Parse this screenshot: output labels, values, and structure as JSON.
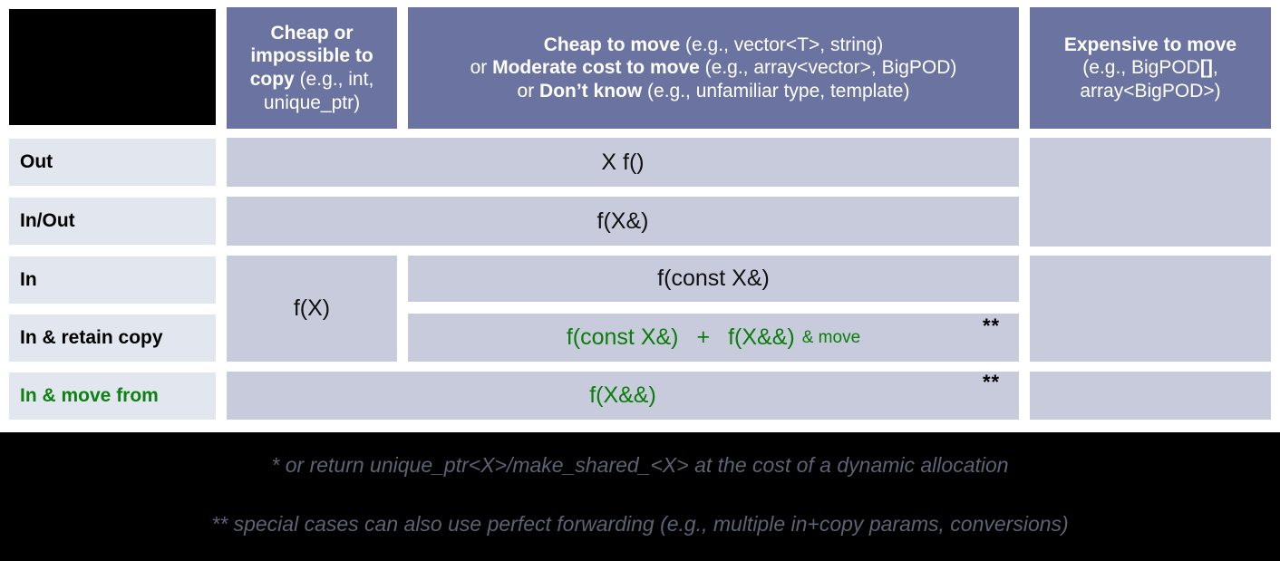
{
  "title": "C++ Parameter Passing Guidance Table",
  "colors": {
    "header_bg": "#6b74a0",
    "header_text": "#ffffff",
    "cell_bg": "#c7cbdc",
    "rowlabel_bg": "#e2e6ef",
    "green": "#0a7d0a",
    "footnote_text": "#5b6374",
    "band_bg": "#000000",
    "page_bg": "#ffffff"
  },
  "corner": {
    "label": ""
  },
  "headers": {
    "col1": {
      "line1_bold": "Cheap or",
      "line2_bold": "impossible to",
      "line3_bold": "copy",
      "line3_rest": " (e.g., int,",
      "line4_rest": "unique_ptr)",
      "plain": "Cheap or impossible to copy (e.g., int, unique_ptr)"
    },
    "col2": {
      "l1_bold": "Cheap to move",
      "l1_rest": " (e.g., vector<T>, string)",
      "l2_pre": "or ",
      "l2_bold": "Moderate cost to move",
      "l2_rest": " (e.g., array<vector>, BigPOD)",
      "l3_pre": "or ",
      "l3_bold": "Don’t know",
      "l3_rest": " (e.g., unfamiliar type, template)",
      "plain": "Cheap to move (e.g., vector<T>, string) or Moderate cost to move (e.g., array<vector>, BigPOD) or Don’t know (e.g., unfamiliar type, template)"
    },
    "col3": {
      "l1_bold": "Expensive to move",
      "l2": "(e.g., BigPOD",
      "l2_bold_tail": "[]",
      "l2_tail": ",",
      "l3": "array<BigPOD>)",
      "plain": "Expensive to move (e.g., BigPOD[], array<BigPOD>)"
    }
  },
  "rows": [
    {
      "label": "Out",
      "green": false
    },
    {
      "label": "In/Out",
      "green": false
    },
    {
      "label": "In",
      "green": false
    },
    {
      "label": "In & retain copy",
      "green": false
    },
    {
      "label": "In & move from",
      "green": true
    }
  ],
  "cells": {
    "out_span": "X f()",
    "inout_span": "f(X&)",
    "in_cheapcopy": "f(X)",
    "in_mid": "f(const X&)",
    "retain_a": "f(const X&)",
    "retain_plus": "+",
    "retain_b": "f(X&&)",
    "retain_b_suffix": "& move",
    "movefrom": "f(X&&)",
    "marker": "**"
  },
  "markers": {
    "retain_copy": "**",
    "move_from": "**"
  },
  "footnotes": {
    "one": "* or return unique_ptr<X>/make_shared_<X> at the cost of a dynamic allocation",
    "two": "** special cases can also use perfect forwarding (e.g., multiple in+copy params, conversions)"
  }
}
